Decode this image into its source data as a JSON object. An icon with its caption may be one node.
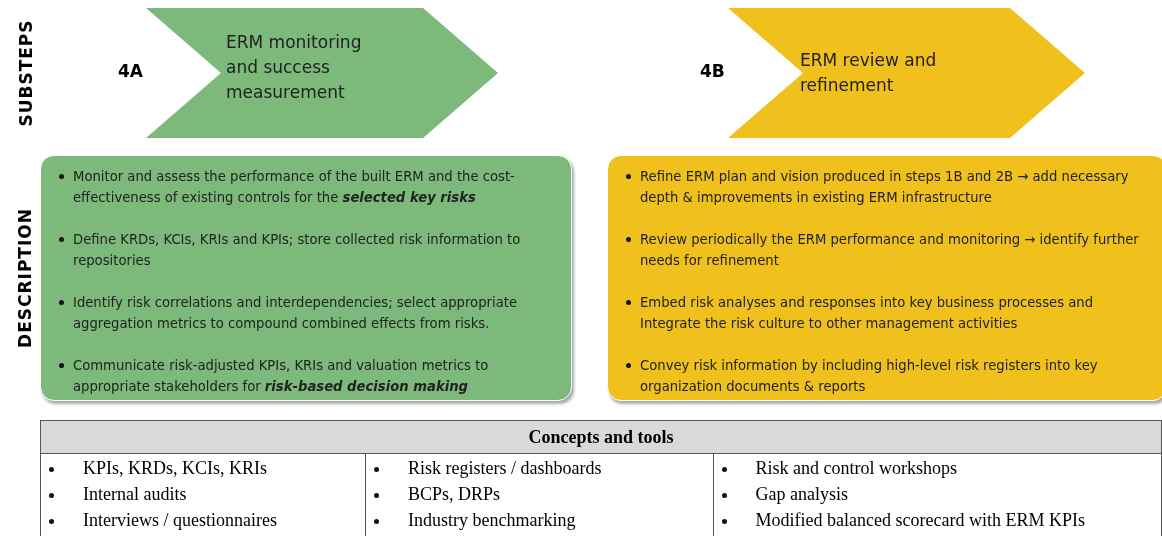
{
  "diagram": {
    "nodes": [
      {
        "text": [
          "4A",
          "ERM monitoring and success measurement"
        ]
      },
      {
        "text": [
          "4B",
          "ERM review and refinement"
        ]
      },
      {
        "text": [
          "Monitor and assess the performance of the built ERM and the cost-effectiveness of existing controls for the **selected key risks**",
          "Define KRDs, KCIs, KRIs and KPIs; store collected risk information to repositories",
          "Identify risk correlations and interdependencies; select appropriate aggregation metrics to compound combined effects from risks.",
          "Communicate risk-adjusted KPIs, KRIs and valuation metrics to appropriate stakeholders for **risk-based decision making**"
        ]
      },
      {
        "text": [
          "Refine ERM plan and vision produced in steps 1B and 2B → add necessary depth & improvements in existing ERM infrastructure",
          "Review periodically the ERM performance and monitoring → identify further needs for refinement",
          "Embed risk analyses and responses into key business processes and Integrate the risk culture to other management activities",
          "Convey risk information by including high-level risk registers into key organization documents & reports"
        ]
      }
    ],
    "edges": [],
    "labels": [
      "SUBSTEPS",
      "DESCRIPTION",
      "Concepts and tools",
      "KPIs, KRDs, KCIs, KRIs",
      "Risk registers / dashboards",
      "Risk and control workshops",
      "Internal audits",
      "BCPs, DRPs",
      "Gap analysis",
      "Interviews / questionnaires",
      "Industry benchmarking",
      "Modified balanced scorecard with ERM KPIs"
    ]
  }
}
